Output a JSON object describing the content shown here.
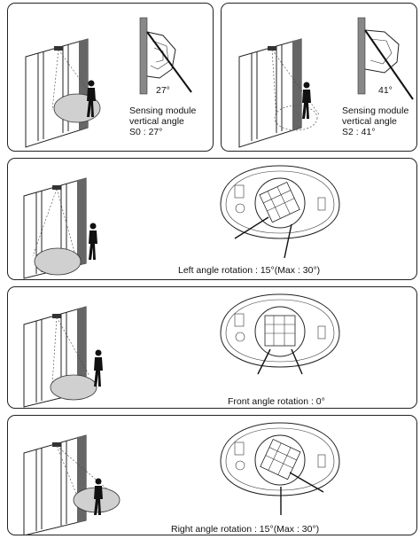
{
  "panels": {
    "s0": {
      "angle": "27°",
      "caption": [
        "Sensing module",
        "vertical angle",
        "S0 : 27°"
      ]
    },
    "s2": {
      "angle": "41°",
      "caption": [
        "Sensing module",
        "vertical angle",
        "S2 : 41°"
      ]
    },
    "left": {
      "caption": "Left angle rotation : 15°(Max : 30°)"
    },
    "front": {
      "caption": "Front angle rotation : 0°"
    },
    "right": {
      "caption": "Right angle rotation : 15°(Max : 30°)"
    }
  },
  "icons": [
    "automatic-door-icon",
    "person-icon",
    "sensor-module-icon",
    "detection-area-icon"
  ]
}
